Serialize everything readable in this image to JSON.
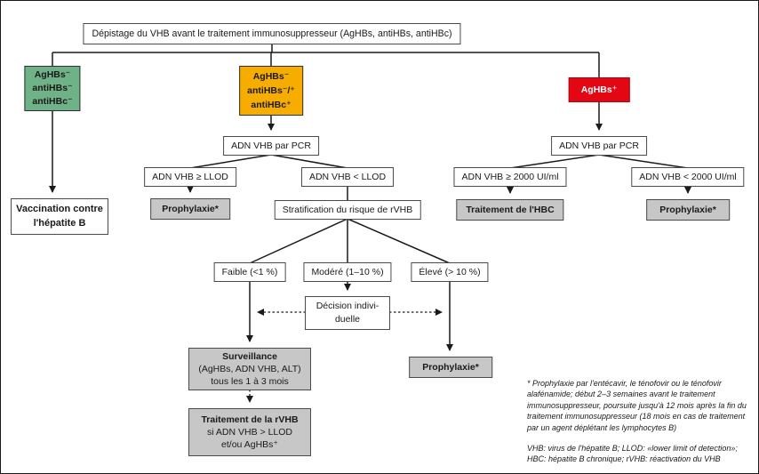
{
  "colors": {
    "green": "#6FB287",
    "orange": "#F7AC00",
    "red": "#E30613",
    "gray": "#C7C7C7"
  },
  "title": "Dépistage du VHB avant le traitement immunosuppresseur (AgHBs, antiHBs, antiHBc)",
  "nodes": {
    "serology_negative": {
      "text": "AgHBs⁻\nantiHBs⁻\nantiHBc⁻"
    },
    "serology_mixed": {
      "text": "AgHBs⁻\nantiHBs⁻/⁺\nantiHBc⁺"
    },
    "serology_positive": {
      "label": "AgHBs⁺"
    },
    "vaccination": {
      "text": "Vaccination contre\nl'hépatite B"
    },
    "pcr_mid": {
      "label": "ADN VHB par PCR"
    },
    "gte_llod": {
      "label": "ADN VHB ≥ LLOD"
    },
    "lt_llod": {
      "label": "ADN VHB < LLOD"
    },
    "prophylaxie_mid": {
      "label": "Prophylaxie*"
    },
    "stratification": {
      "label": "Stratification du risque de rVHB"
    },
    "risk_low": {
      "label": "Faible (<1 %)"
    },
    "risk_moderate": {
      "label": "Modéré (1–10 %)"
    },
    "risk_high": {
      "label": "Élevé (> 10 %)"
    },
    "decision": {
      "text": "Décision indivi-\nduelle"
    },
    "surveillance": {
      "title": "Surveillance",
      "body": "(AgHBs, ADN VHB, ALT)\ntous les 1 à 3 mois"
    },
    "treatment_rvhb": {
      "title": "Traitement de la rVHB",
      "body": "si ADN VHB > LLOD\net/ou AgHBs⁺"
    },
    "prophylaxie_high": {
      "label": "Prophylaxie*"
    },
    "pcr_right": {
      "label": "ADN VHB par PCR"
    },
    "gte_2000": {
      "label": "ADN VHB ≥ 2000 UI/ml"
    },
    "lt_2000": {
      "label": "ADN VHB < 2000 UI/ml"
    },
    "treatment_hbc": {
      "label": "Traitement de l'HBC"
    },
    "prophylaxie_right": {
      "label": "Prophylaxie*"
    }
  },
  "footnote": {
    "asterisk": "* Prophylaxie par l'entécavir, le ténofovir ou le ténofovir alafénamide; début 2–3 semaines avant le traitement immunosuppresseur, poursuite jusqu'à 12 mois après la fin du traitement immunosuppresseur (18 mois en cas de traitement par un agent déplétant les lymphocytes B)",
    "abbreviations": "VHB: virus de l'hépatite B; LLOD: «lower limit of detection»; HBC: hépatite B chronique; rVHB: réactivation du VHB"
  }
}
